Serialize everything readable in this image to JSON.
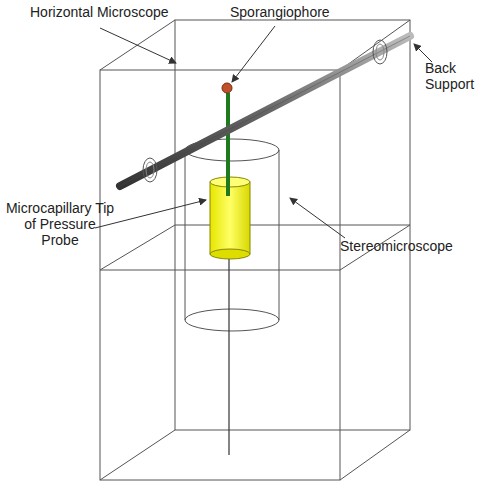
{
  "diagram": {
    "labels": [
      "Horizontal Microscope",
      "Sporangiophore",
      "Back Support",
      "Microcapillary Tip of Pressure Probe",
      "Stereomicroscope"
    ]
  }
}
